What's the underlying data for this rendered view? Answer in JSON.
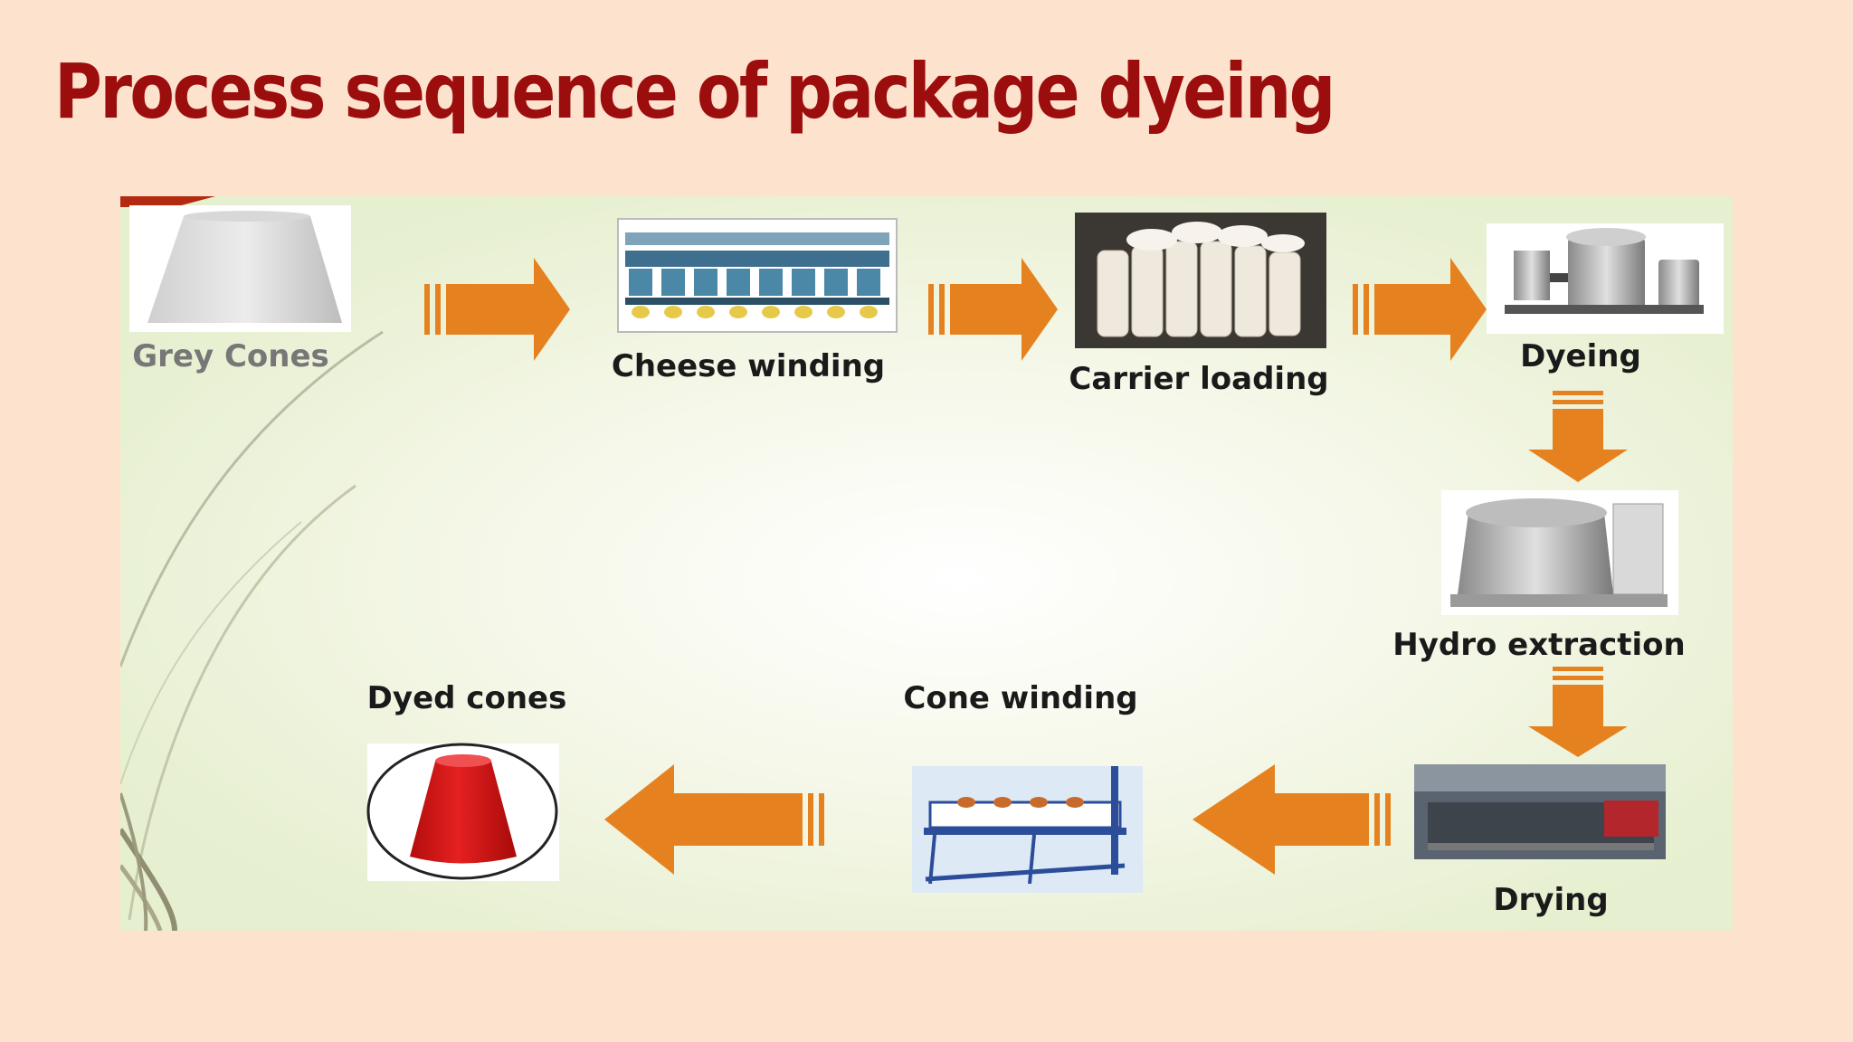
{
  "title": "Process sequence of package dyeing",
  "steps": [
    {
      "id": "grey-cones",
      "label": "Grey Cones"
    },
    {
      "id": "cheese-winding",
      "label": "Cheese winding"
    },
    {
      "id": "carrier-loading",
      "label": "Carrier loading"
    },
    {
      "id": "dyeing",
      "label": "Dyeing"
    },
    {
      "id": "hydro-extraction",
      "label": "Hydro extraction"
    },
    {
      "id": "drying",
      "label": "Drying"
    },
    {
      "id": "cone-winding",
      "label": "Cone winding"
    },
    {
      "id": "dyed-cones",
      "label": "Dyed cones"
    }
  ],
  "colors": {
    "title": "#9c0d0d",
    "arrow": "#e5821f",
    "background": "#fde3ce",
    "panel": "#eef3dc",
    "dyed_cone": "#d41414"
  }
}
